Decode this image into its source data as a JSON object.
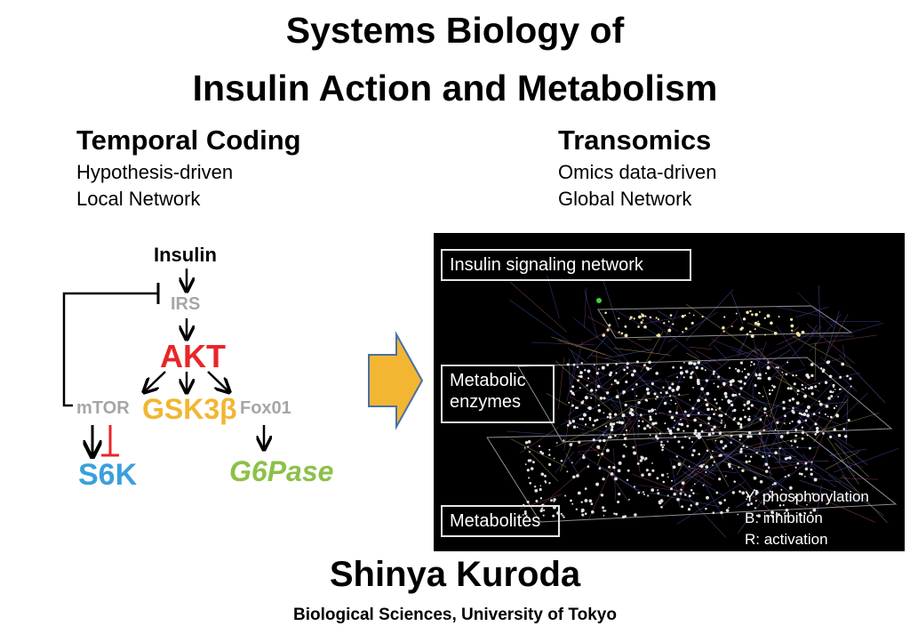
{
  "title": {
    "line1": "Systems Biology of",
    "line2": "Insulin Action and Metabolism"
  },
  "left_column": {
    "heading": "Temporal Coding",
    "sub1": "Hypothesis-driven",
    "sub2": "Local Network"
  },
  "right_column": {
    "heading": "Transomics",
    "sub1": "Omics data-driven",
    "sub2": "Global Network"
  },
  "pathway": {
    "insulin": "Insulin",
    "irs": "IRS",
    "akt": "AKT",
    "mtor": "mTOR",
    "gsk3b": "GSK3β",
    "fox01": "Fox01",
    "s6k": "S6K",
    "g6pase": "G6Pase"
  },
  "colors": {
    "irs": "#a6a6a6",
    "akt": "#e8262a",
    "mtor": "#a6a6a6",
    "gsk3b": "#f2b632",
    "fox01": "#a6a6a6",
    "s6k": "#3aa0dc",
    "g6pase": "#8dc04a",
    "inhibit_red": "#e8262a",
    "arrow_orange": "#f2b632"
  },
  "network_panel": {
    "layer_insulin": "Insulin signaling network",
    "layer_enzymes_1": "Metabolic",
    "layer_enzymes_2": "enzymes",
    "layer_metabolites": "Metabolites",
    "legend": [
      "Y: phosphorylation",
      "B: inhibition",
      "R: activation"
    ]
  },
  "author": "Shinya Kuroda",
  "affiliation": "Biological Sciences, University of Tokyo"
}
